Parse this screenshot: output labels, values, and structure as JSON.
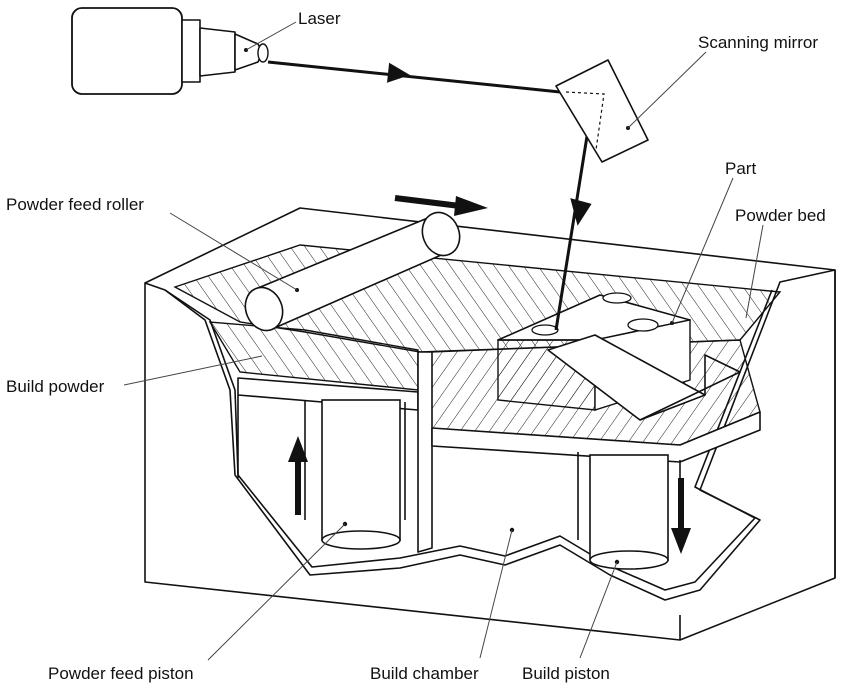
{
  "labels": {
    "laser": "Laser",
    "scanning_mirror": "Scanning mirror",
    "part": "Part",
    "powder_bed": "Powder bed",
    "powder_feed_roller": "Powder feed roller",
    "build_powder": "Build powder",
    "powder_feed_piston": "Powder feed piston",
    "build_chamber": "Build chamber",
    "build_piston": "Build piston"
  },
  "colors": {
    "line": "#111111",
    "background": "#ffffff"
  }
}
